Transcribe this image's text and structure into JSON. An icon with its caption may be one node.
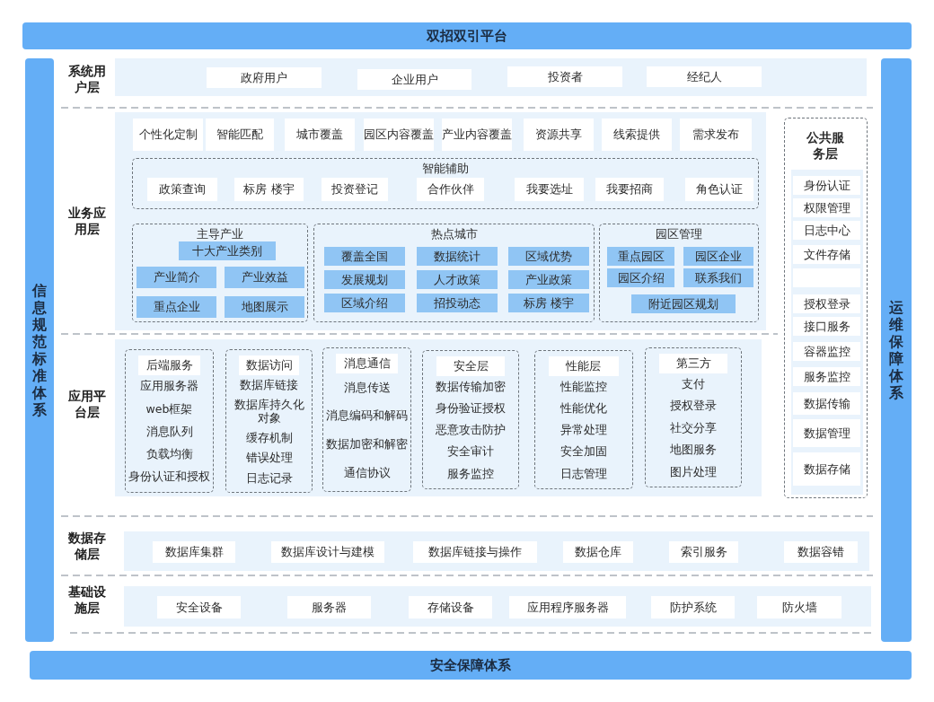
{
  "diagram": {
    "nodes": [
      {
        "text": [
          "双招双引平台"
        ]
      },
      {
        "text": [
          "信息规范标准体系"
        ]
      },
      {
        "text": [
          "运维保障体系"
        ]
      },
      {
        "text": [
          "安全保障体系"
        ]
      },
      {
        "text": [
          "系统用户层"
        ]
      },
      {
        "text": [
          "政府用户"
        ],
        "in": 4
      },
      {
        "text": [
          "企业用户"
        ],
        "in": 4
      },
      {
        "text": [
          "投资者"
        ],
        "in": 4
      },
      {
        "text": [
          "经纪人"
        ],
        "in": 4
      },
      {
        "text": [
          "业务应用层"
        ]
      },
      {
        "text": [
          "个性化定制"
        ],
        "in": 9
      },
      {
        "text": [
          "智能匹配"
        ],
        "in": 9
      },
      {
        "text": [
          "城市覆盖"
        ],
        "in": 9
      },
      {
        "text": [
          "园区内容覆盖"
        ],
        "in": 9
      },
      {
        "text": [
          "产业内容覆盖"
        ],
        "in": 9
      },
      {
        "text": [
          "资源共享"
        ],
        "in": 9
      },
      {
        "text": [
          "线索提供"
        ],
        "in": 9
      },
      {
        "text": [
          "需求发布"
        ],
        "in": 9
      },
      {
        "text": [
          "智能辅助"
        ],
        "in": 9
      },
      {
        "text": [
          "政策查询"
        ],
        "in": 18
      },
      {
        "text": [
          "标房 楼宇"
        ],
        "in": 18
      },
      {
        "text": [
          "投资登记"
        ],
        "in": 18
      },
      {
        "text": [
          "合作伙伴"
        ],
        "in": 18
      },
      {
        "text": [
          "我要选址"
        ],
        "in": 18
      },
      {
        "text": [
          "我要招商"
        ],
        "in": 18
      },
      {
        "text": [
          "角色认证"
        ],
        "in": 18
      },
      {
        "text": [
          "主导产业"
        ],
        "in": 9
      },
      {
        "text": [
          "十大产业类别"
        ],
        "in": 26
      },
      {
        "text": [
          "产业简介"
        ],
        "in": 26
      },
      {
        "text": [
          "产业效益"
        ],
        "in": 26
      },
      {
        "text": [
          "重点企业"
        ],
        "in": 26
      },
      {
        "text": [
          "地图展示"
        ],
        "in": 26
      },
      {
        "text": [
          "热点城市"
        ],
        "in": 9
      },
      {
        "text": [
          "覆盖全国"
        ],
        "in": 32
      },
      {
        "text": [
          "数据统计"
        ],
        "in": 32
      },
      {
        "text": [
          "区域优势"
        ],
        "in": 32
      },
      {
        "text": [
          "发展规划"
        ],
        "in": 32
      },
      {
        "text": [
          "人才政策"
        ],
        "in": 32
      },
      {
        "text": [
          "产业政策"
        ],
        "in": 32
      },
      {
        "text": [
          "区域介绍"
        ],
        "in": 32
      },
      {
        "text": [
          "招投动态"
        ],
        "in": 32
      },
      {
        "text": [
          "标房 楼宇"
        ],
        "in": 32
      },
      {
        "text": [
          "园区管理"
        ],
        "in": 9
      },
      {
        "text": [
          "重点园区"
        ],
        "in": 42
      },
      {
        "text": [
          "园区企业"
        ],
        "in": 42
      },
      {
        "text": [
          "园区介绍"
        ],
        "in": 42
      },
      {
        "text": [
          "联系我们"
        ],
        "in": 42
      },
      {
        "text": [
          "附近园区规划"
        ],
        "in": 42
      },
      {
        "text": [
          "公共服务层"
        ]
      },
      {
        "text": [
          "身份认证"
        ],
        "in": 48
      },
      {
        "text": [
          "权限管理"
        ],
        "in": 48
      },
      {
        "text": [
          "日志中心"
        ],
        "in": 48
      },
      {
        "text": [
          "文件存储"
        ],
        "in": 48
      },
      {
        "text": [],
        "shape": "box",
        "in": 48
      },
      {
        "text": [
          "授权登录"
        ],
        "in": 48
      },
      {
        "text": [
          "接口服务"
        ],
        "in": 48
      },
      {
        "text": [
          "容器监控"
        ],
        "in": 48
      },
      {
        "text": [
          "服务监控"
        ],
        "in": 48
      },
      {
        "text": [
          "数据传输"
        ],
        "in": 48
      },
      {
        "text": [
          "数据管理"
        ],
        "in": 48
      },
      {
        "text": [
          "数据存储"
        ],
        "in": 48
      },
      {
        "text": [
          "应用平台层"
        ]
      },
      {
        "text": [
          "后端服务",
          "应用服务器",
          "web框架",
          "消息队列",
          "负载均衡",
          "身份认证和授权"
        ],
        "in": 61
      },
      {
        "text": [
          "数据访问",
          "数据库链接",
          "数据库持久化对象",
          "缓存机制",
          "错误处理",
          "日志记录"
        ],
        "in": 61
      },
      {
        "text": [
          "消息通信",
          "消息传送",
          "消息编码和解码",
          "数据加密和解密",
          "通信协议"
        ],
        "in": 61
      },
      {
        "text": [
          "安全层",
          "数据传输加密",
          "身份验证授权",
          "恶意攻击防护",
          "安全审计",
          "服务监控"
        ],
        "in": 61
      },
      {
        "text": [
          "性能层",
          "性能监控",
          "性能优化",
          "异常处理",
          "安全加固",
          "日志管理"
        ],
        "in": 61
      },
      {
        "text": [
          "第三方",
          "支付",
          "授权登录",
          "社交分享",
          "地图服务",
          "图片处理"
        ],
        "in": 61
      },
      {
        "text": [
          "数据存储层"
        ]
      },
      {
        "text": [
          "数据库集群"
        ],
        "in": 68
      },
      {
        "text": [
          "数据库设计与建模"
        ],
        "in": 68
      },
      {
        "text": [
          "数据库链接与操作"
        ],
        "in": 68
      },
      {
        "text": [
          "数据仓库"
        ],
        "in": 68
      },
      {
        "text": [
          "索引服务"
        ],
        "in": 68
      },
      {
        "text": [
          "数据容错"
        ],
        "in": 68
      },
      {
        "text": [
          "基础设施层"
        ]
      },
      {
        "text": [
          "安全设备"
        ],
        "in": 75
      },
      {
        "text": [
          "服务器"
        ],
        "in": 75
      },
      {
        "text": [
          "存储设备"
        ],
        "in": 75
      },
      {
        "text": [
          "应用程序服务器"
        ],
        "in": 75
      },
      {
        "text": [
          "防护系统"
        ],
        "in": 75
      },
      {
        "text": [
          "防火墙"
        ],
        "in": 75
      }
    ]
  }
}
